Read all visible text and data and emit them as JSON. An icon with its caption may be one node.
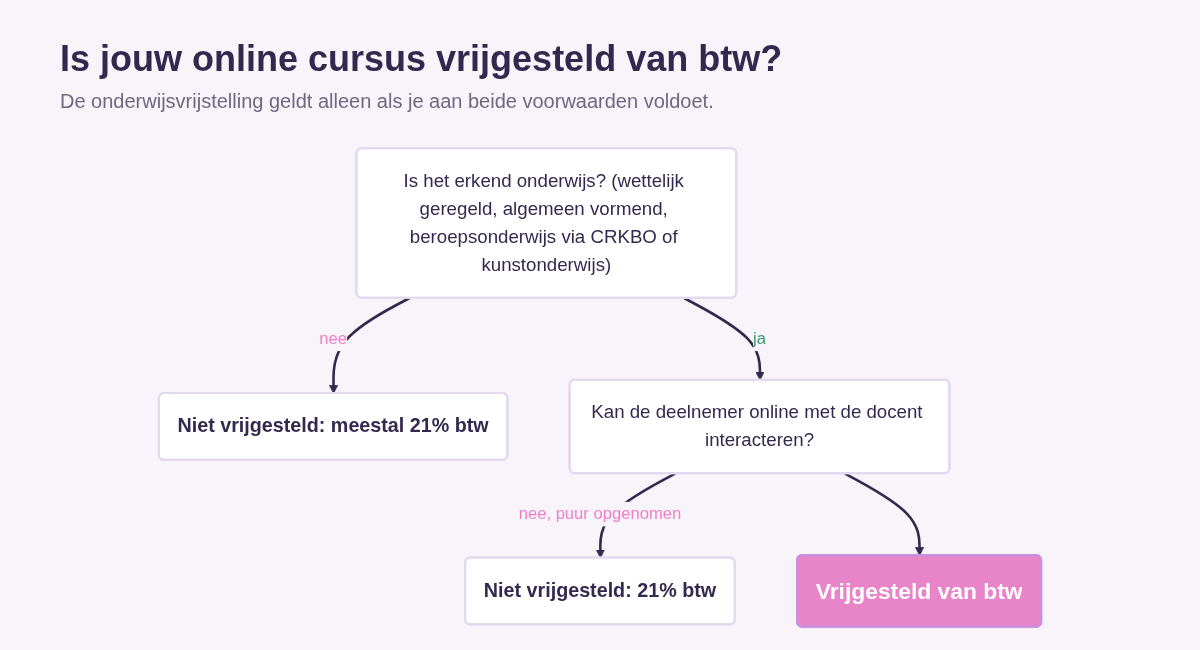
{
  "diagram": {
    "title": "Is jouw online cursus vrijgesteld van btw?",
    "nodes": [
      {
        "text": [
          "Is het erkend onderwijs? (wettelijk geregeld, algemeen vormend, beroepsonderwijs via CRKBO of kunstonderwijs)"
        ]
      },
      {
        "text": [
          "Niet vrijgesteld: meestal 21% btw"
        ]
      },
      {
        "text": [
          "Kan de deelnemer online met de docent interacteren?"
        ]
      },
      {
        "text": [
          "Niet vrijgesteld: 21% btw"
        ]
      },
      {
        "text": [
          "Vrijgesteld van btw"
        ]
      }
    ],
    "edges": [
      {
        "from": 0,
        "to": 1,
        "arrow": "to",
        "label": "nee"
      },
      {
        "from": 0,
        "to": 2,
        "arrow": "to",
        "label": "ja"
      },
      {
        "from": 2,
        "to": 3,
        "arrow": "to",
        "label": "nee, puur opgenomen"
      },
      {
        "from": 2,
        "to": 4,
        "arrow": "to"
      }
    ],
    "labels": [
      "De onderwijsvrijstelling geldt alleen als je aan beide voorwaarden voldoet."
    ]
  }
}
